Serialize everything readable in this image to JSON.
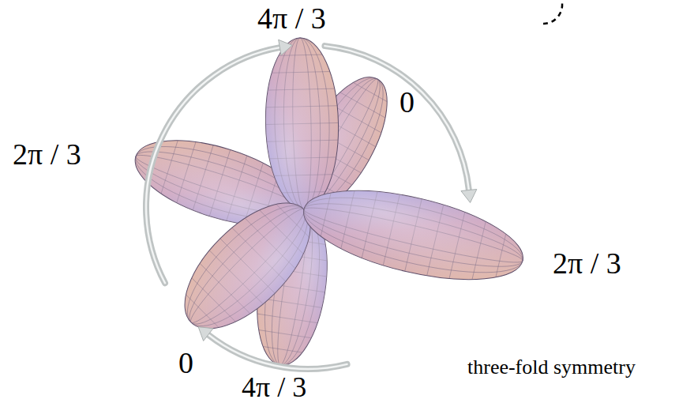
{
  "diagram": {
    "labels": [
      "4π / 3",
      "0",
      "2π / 3",
      "2π / 3",
      "0",
      "three-fold symmetry",
      "4π / 3"
    ]
  }
}
